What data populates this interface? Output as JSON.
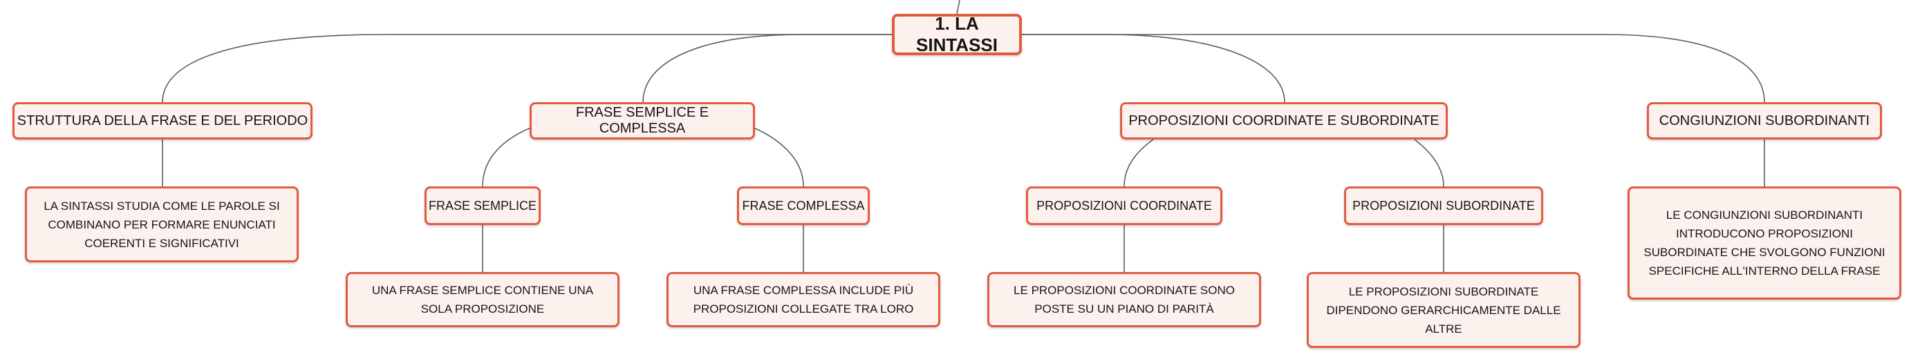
{
  "colors": {
    "node_border": "#e35a41",
    "node_fill": "#fdf1ee",
    "connector": "#5c5c5c",
    "text": "#151515"
  },
  "map": {
    "root": {
      "label": "1. LA SINTASSI"
    },
    "branches": [
      {
        "label": "STRUTTURA DELLA FRASE E DEL PERIODO",
        "note": "LA SINTASSI STUDIA COME LE PAROLE SI COMBINANO PER FORMARE ENUNCIATI COERENTI E SIGNIFICATIVI"
      },
      {
        "label": "FRASE SEMPLICE E COMPLESSA",
        "children": [
          {
            "label": "FRASE SEMPLICE",
            "note": "UNA FRASE SEMPLICE CONTIENE UNA SOLA PROPOSIZIONE"
          },
          {
            "label": "FRASE COMPLESSA",
            "note": "UNA FRASE COMPLESSA INCLUDE PIÙ PROPOSIZIONI COLLEGATE TRA LORO"
          }
        ]
      },
      {
        "label": "PROPOSIZIONI COORDINATE E SUBORDINATE",
        "children": [
          {
            "label": "PROPOSIZIONI COORDINATE",
            "note": "LE PROPOSIZIONI COORDINATE SONO POSTE SU UN PIANO DI PARITÀ"
          },
          {
            "label": "PROPOSIZIONI SUBORDINATE",
            "note": "LE PROPOSIZIONI SUBORDINATE DIPENDONO GERARCHICAMENTE DALLE ALTRE"
          }
        ]
      },
      {
        "label": "CONGIUNZIONI SUBORDINANTI",
        "note": "LE CONGIUNZIONI SUBORDINANTI INTRODUCONO PROPOSIZIONI SUBORDINATE CHE SVOLGONO FUNZIONI SPECIFICHE ALL'INTERNO DELLA FRASE"
      }
    ]
  }
}
